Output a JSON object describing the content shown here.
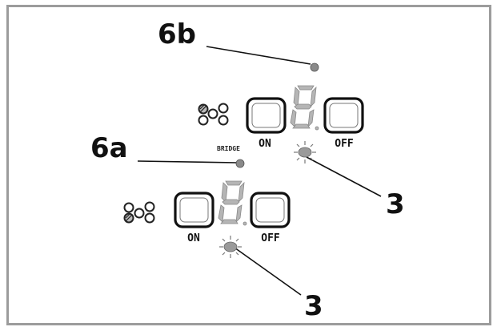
{
  "callouts": {
    "top_led_label": "6b",
    "bottom_led_label": "6a",
    "top_indicator_label": "3",
    "bottom_indicator_label": "3"
  },
  "panel_top": {
    "on_label": "ON",
    "off_label": "OFF",
    "bridge_label": "BRIDGE"
  },
  "panel_bottom": {
    "on_label": "ON",
    "off_label": "OFF"
  },
  "colors": {
    "frame": "#9c9c9c",
    "led": "#8a8a8a",
    "digit": "#b5b5b5",
    "button_border": "#111111",
    "indicator": "#9a9a9a"
  },
  "icons": [
    "burner-selector-icon",
    "segment-digit-icon",
    "indicator-light-icon"
  ]
}
